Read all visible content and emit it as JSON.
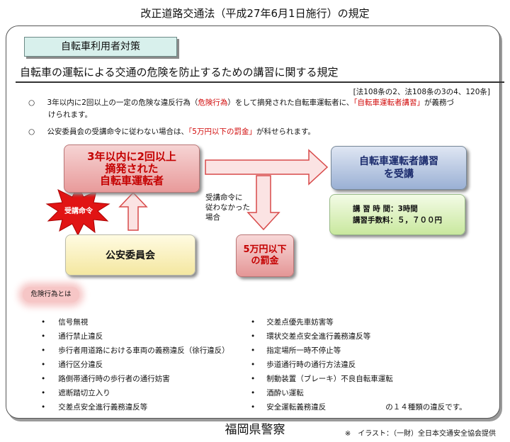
{
  "title": "改正道路交通法（平成27年6月1日施行）の規定",
  "tag": "自転車利用者対策",
  "heading": "自転車の運転による交通の危険を防止するための講習に関する規定",
  "reference": "[法108条の2、法108条の3の4、120条]",
  "para1": {
    "marker": "○",
    "t1": "3年以内に2回以上の一定の危険な違反行為（",
    "r1": "危険行為",
    "t2": "）をして摘発された自転車運転者に、",
    "r2": "「自転車運転者講習」",
    "t3": "が義務づ",
    "t4": "けられます。"
  },
  "para2": {
    "marker": "○",
    "t1": "公安委員会の受講命令に従わない場合は、",
    "r1": "「5万円以下の罰金」",
    "t2": "が科せられます。"
  },
  "flow": {
    "box1_l1": "3年以内に2回以上",
    "box1_l2": "摘発された",
    "box1_l3": "自転車運転者",
    "box2_l1": "自転車運転者講習",
    "box2_l2": "を受講",
    "box3": "公安委員会",
    "burst": "受講命令",
    "note_l1": "受講命令に",
    "note_l2": "従わなかった",
    "note_l3": "場合",
    "box5_l1": "5万円以下",
    "box5_l2": "の罰金",
    "box4_l1": "講 習 時 間：3時間",
    "box4_l2": "講習手数料：５，７００円"
  },
  "danger_label": "危険行為とは",
  "left_items": [
    "信号無視",
    "通行禁止違反",
    "歩行者用道路における車両の義務違反（徐行違反）",
    "通行区分違反",
    "路側帯通行時の歩行者の通行妨害",
    "遮断踏切立入り",
    "交差点安全進行義務違反等"
  ],
  "right_items": [
    "交差点優先車妨害等",
    "環状交差点安全進行義務違反等",
    "指定場所一時不停止等",
    "歩道通行時の通行方法違反",
    "制動装置（ブレーキ）不良自転車運転",
    "酒酔い運転",
    "安全運転義務違反"
  ],
  "right_tail": "の１４種類の違反です。",
  "bullet_char": "•",
  "footer": "福岡県警察",
  "credit": "※　イラスト：（一財）全日本交通安全協会提供",
  "colors": {
    "red": "#d10a0a",
    "arrow_fill": "#fbe3e3",
    "arrow_stroke": "#d84a4a"
  }
}
